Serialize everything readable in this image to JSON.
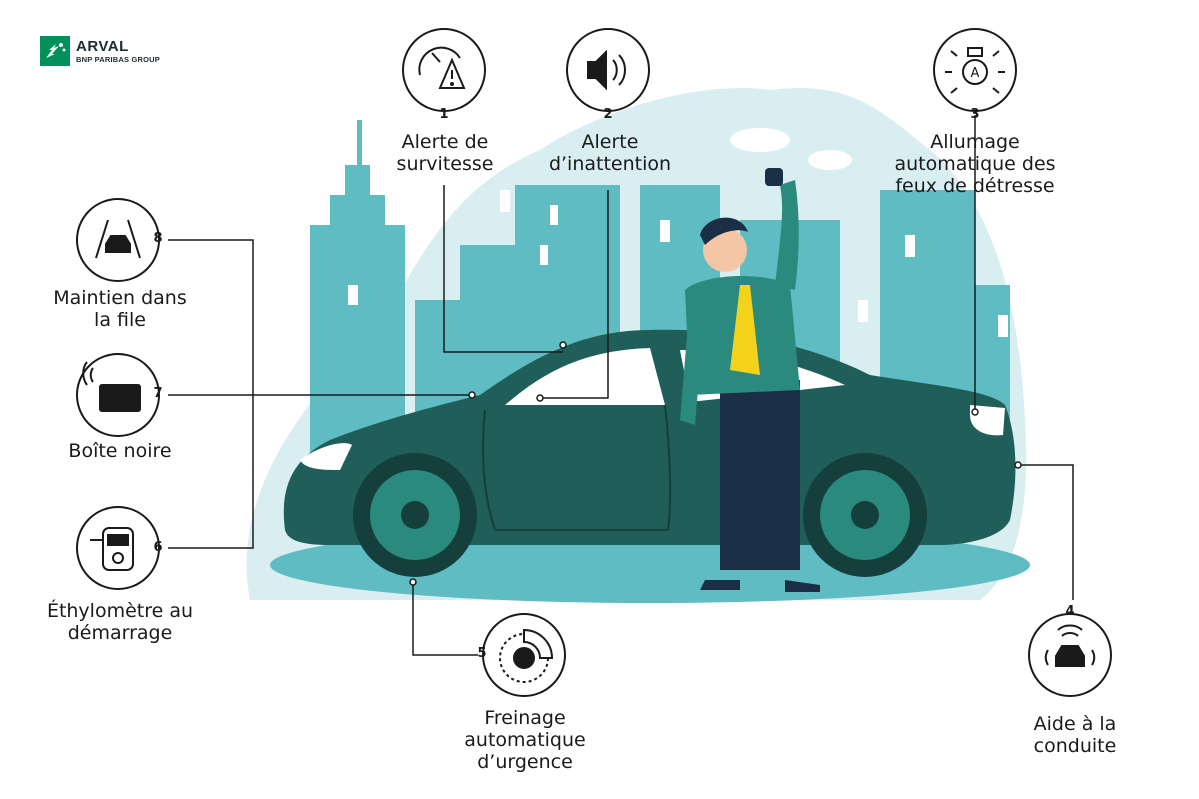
{
  "brand": {
    "name": "ARVAL",
    "subtitle": "BNP PARIBAS GROUP"
  },
  "colors": {
    "teal_light": "#5fbcc3",
    "car": "#1f5e59",
    "suit": "#2a8a7e",
    "tie": "#f2d21b",
    "brand_green": "#00915a"
  },
  "features": [
    {
      "number": "1",
      "label": "Alerte de\nsurvitesse",
      "icon": "speed-warning-icon"
    },
    {
      "number": "2",
      "label": "Alerte\nd’inattention",
      "icon": "speaker-icon"
    },
    {
      "number": "3",
      "label": "Allumage\nautomatique des\nfeux de détresse",
      "icon": "hazard-light-icon"
    },
    {
      "number": "4",
      "label": "Aide à la\nconduite",
      "icon": "car-sensor-icon"
    },
    {
      "number": "5",
      "label": "Freinage\nautomatique\nd’urgence",
      "icon": "brake-disc-icon"
    },
    {
      "number": "6",
      "label": "Éthylomètre au\ndémarrage",
      "icon": "breathalyzer-icon"
    },
    {
      "number": "7",
      "label": "Boîte noire",
      "icon": "black-box-icon"
    },
    {
      "number": "8",
      "label": "Maintien dans\nla file",
      "icon": "lane-keeping-icon"
    }
  ]
}
